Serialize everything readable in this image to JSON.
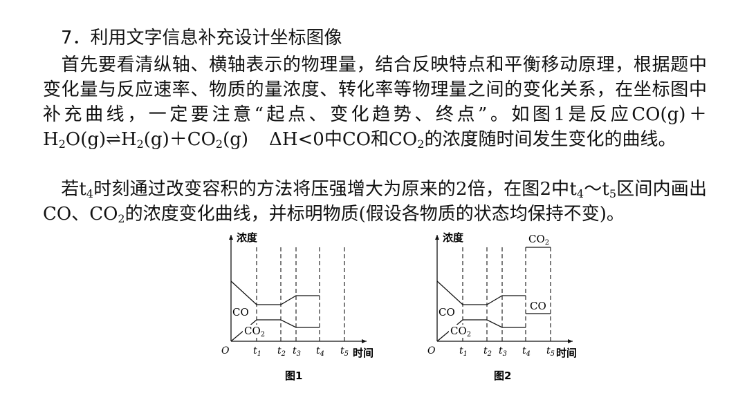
{
  "heading": "7．利用文字信息补充设计坐标图像",
  "para1": {
    "a": "首先要看清纵轴、横轴表示的物理量，结合反映特点和平衡移动原理，根据题中变化量与反应速率、物质的量浓度、转化率等物理量之间的变化关系，在坐标图中补充曲线，一定要注意“起点、变化趋势、终点”。如图1是反应CO(g)＋H",
    "sub1": "2",
    "b": "O(g)⇌H",
    "sub2": "2",
    "c": "(g)＋CO",
    "sub3": "2",
    "d": "(g)",
    "e": "ΔH<0中CO和CO",
    "sub4": "2",
    "f": "的浓度随时间发生变化的曲线。"
  },
  "para2": {
    "a": "若t",
    "sub1": "4",
    "b": "时刻通过改变容积的方法将压强增大为原来的2倍，在图2中t",
    "sub2": "4",
    "c": "～t",
    "sub3": "5",
    "d": "区间内画出CO、CO",
    "sub4": "2",
    "e": "的浓度变化曲线，并标明物质(假设各物质的状态均保持不变)。"
  },
  "figures": {
    "ylabel": "浓度",
    "xlabel": "时间",
    "origin": "O",
    "ticks": [
      {
        "main": "t",
        "sub": "1"
      },
      {
        "main": "t",
        "sub": "2"
      },
      {
        "main": "t",
        "sub": "3"
      },
      {
        "main": "t",
        "sub": "4"
      },
      {
        "main": "t",
        "sub": "5"
      }
    ],
    "co_label": "CO",
    "co2_label": {
      "main": "CO",
      "sub": "2"
    },
    "fig1_caption": "图1",
    "fig2_caption": "图2"
  }
}
